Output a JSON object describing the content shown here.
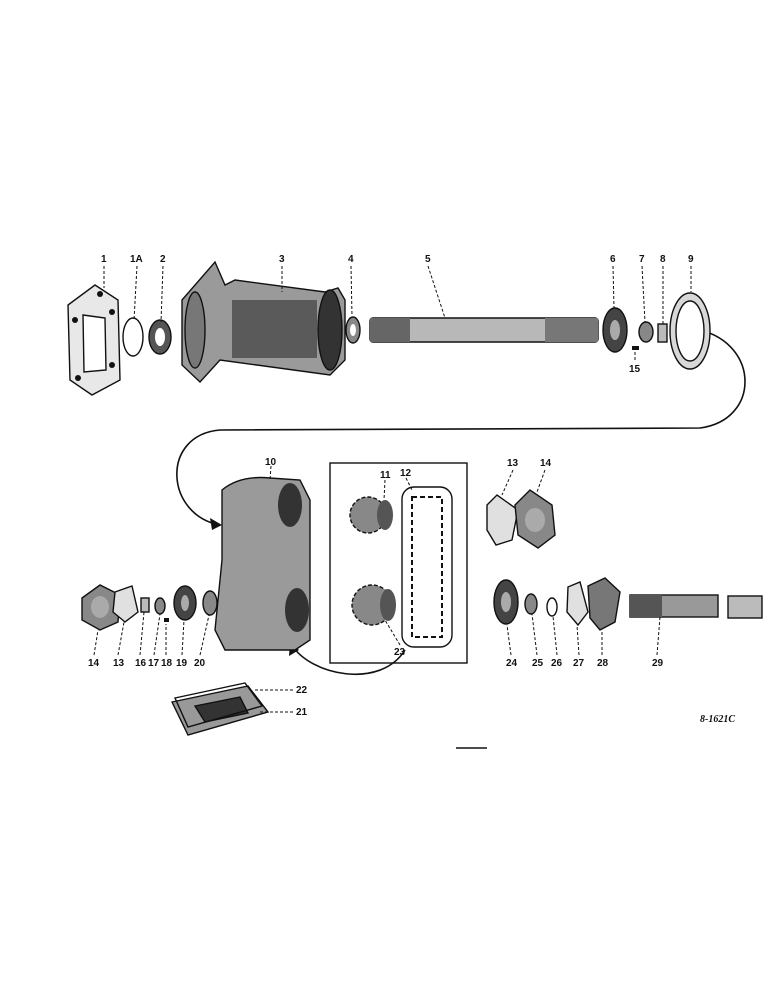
{
  "callouts": {
    "c1": "1",
    "c1a": "1A",
    "c2": "2",
    "c3": "3",
    "c4": "4",
    "c5": "5",
    "c6": "6",
    "c7": "7",
    "c8": "8",
    "c9": "9",
    "c10": "10",
    "c11": "11",
    "c12": "12",
    "c13a": "13",
    "c14a": "14",
    "c14b": "14",
    "c13b": "13",
    "c15": "15",
    "c16": "16",
    "c17": "17",
    "c18": "18",
    "c19": "19",
    "c20": "20",
    "c21": "21",
    "c22": "22",
    "c23": "23",
    "c24": "24",
    "c25": "25",
    "c26": "26",
    "c27": "27",
    "c28": "28",
    "c29": "29"
  },
  "figure_ref": "8-1621C"
}
